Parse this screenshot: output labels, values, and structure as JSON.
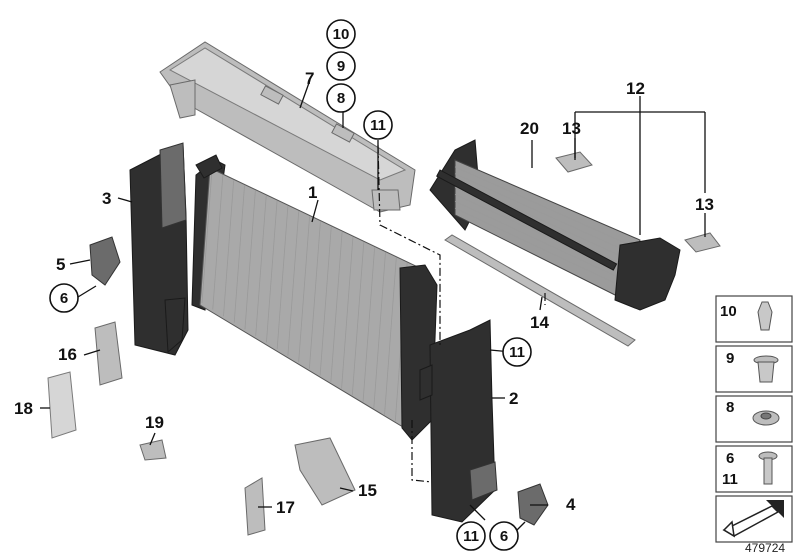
{
  "labels": {
    "l1": "1",
    "l2": "2",
    "l3": "3",
    "l4": "4",
    "l5": "5",
    "l6a": "6",
    "l6b": "6",
    "l7": "7",
    "l8": "8",
    "l9": "9",
    "l10": "10",
    "l11a": "11",
    "l11b": "11",
    "l11c": "11",
    "l12": "12",
    "l13a": "13",
    "l13b": "13",
    "l14": "14",
    "l15": "15",
    "l16": "16",
    "l17": "17",
    "l18": "18",
    "l19": "19",
    "l20": "20"
  },
  "legend": {
    "items": [
      {
        "label": "10"
      },
      {
        "label": "9"
      },
      {
        "label": "8"
      },
      {
        "label": "6",
        "label2": "11"
      }
    ]
  },
  "diagram_id": "479724",
  "colors": {
    "part_dark": "#2f2f2f",
    "part_light": "#bdbdbd",
    "line": "#111111"
  }
}
